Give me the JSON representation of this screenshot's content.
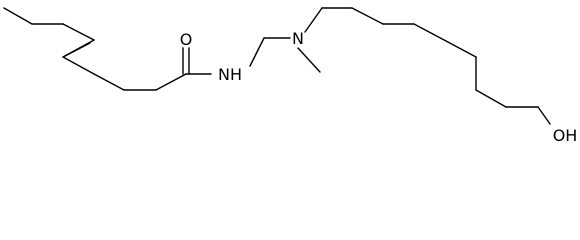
{
  "molecule": {
    "labels": {
      "oxygen": "O",
      "amide_nh": "NH",
      "amine_n": "N",
      "hydroxyl": "OH"
    },
    "colors": {
      "bond": "#000000",
      "background": "#ffffff"
    }
  }
}
